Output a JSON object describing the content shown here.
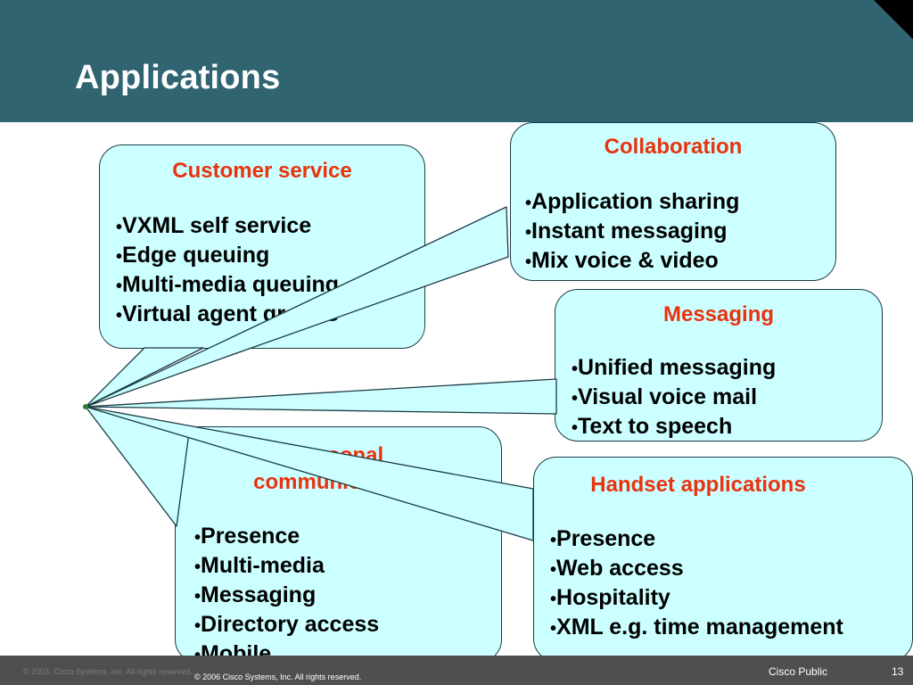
{
  "slide": {
    "title": "Applications"
  },
  "callouts": [
    {
      "title": "Customer service",
      "items": [
        "VXML self service",
        "Edge queuing",
        "Multi-media queuing",
        "Virtual agent groups"
      ]
    },
    {
      "title": "Collaboration",
      "items": [
        "Application sharing",
        "Instant messaging",
        "Mix voice & video"
      ]
    },
    {
      "title": "Messaging",
      "items": [
        "Unified messaging",
        "Visual voice mail",
        "Text to speech"
      ]
    },
    {
      "title": "Personal communications",
      "items": [
        "Presence",
        "Multi-media",
        "Messaging",
        "Directory access",
        "Mobile"
      ]
    },
    {
      "title": "Handset applications",
      "items": [
        "Presence",
        "Web access",
        "Hospitality",
        "XML e.g. time management"
      ]
    }
  ],
  "footer": {
    "copyright_old": "© 2003, Cisco Systems, Inc. All rights reserved.",
    "copyright": "© 2006 Cisco Systems, Inc. All rights reserved.",
    "classification": "Cisco Public",
    "page_number": "13"
  },
  "colors": {
    "header_background": "#2f6470",
    "callout_fill": "#ccffff",
    "callout_title": "#e8330f",
    "footer_background": "#4f4f4f"
  }
}
